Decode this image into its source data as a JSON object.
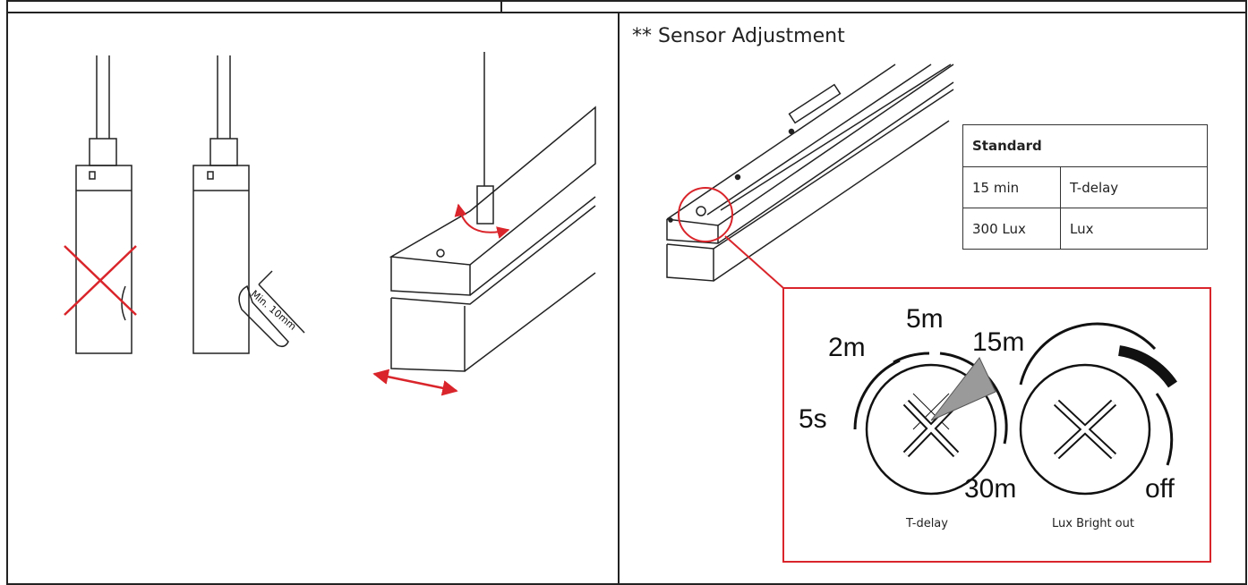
{
  "sensor": {
    "heading": "** Sensor Adjustment"
  },
  "standard_table": {
    "header": "Standard",
    "rows": [
      [
        "15 min",
        "T-delay"
      ],
      [
        "300 Lux",
        "Lux"
      ]
    ]
  },
  "tdelay_dial": {
    "ticks": [
      "5s",
      "2m",
      "5m",
      "15m",
      "30m"
    ],
    "caption": "T-delay"
  },
  "lux_dial": {
    "off_label": "off",
    "caption": "Lux Bright out"
  },
  "mounting": {
    "min_distance_label": "Min. 10mm"
  },
  "colors": {
    "accent_red": "#d9252b",
    "line": "#222222",
    "pointer_gray": "#9a9a9a"
  }
}
